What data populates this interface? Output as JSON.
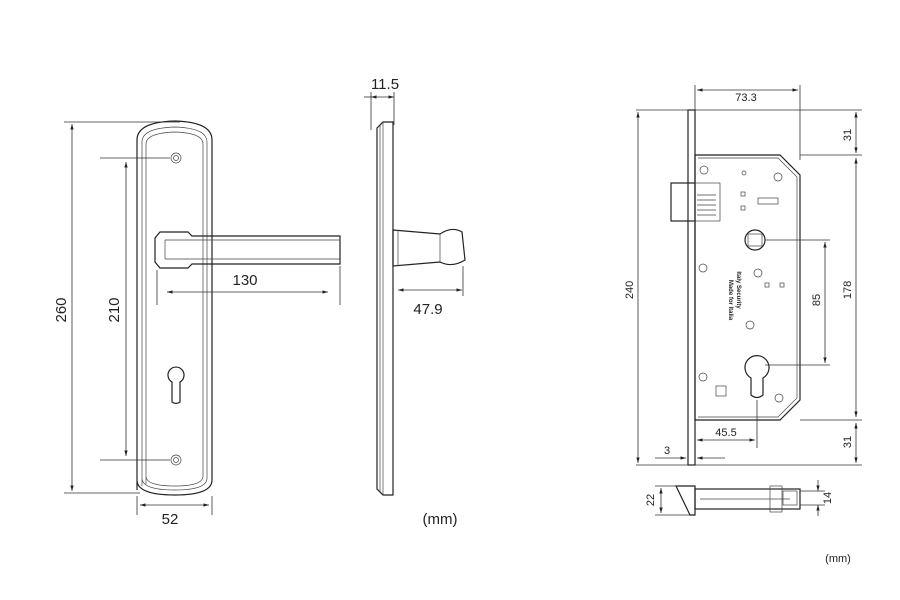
{
  "handle_front": {
    "height": "260",
    "hole_spacing": "210",
    "lever_length": "130",
    "plate_width": "52"
  },
  "handle_side": {
    "plate_thickness": "11.5",
    "lever_projection": "47.9",
    "unit": "(mm)"
  },
  "lock_body": {
    "body_width": "73.3",
    "total_height": "240",
    "top_offset": "31",
    "body_height": "178",
    "bottom_offset": "31",
    "center_distance": "85",
    "backset": "45.5",
    "faceplate_thickness": "3",
    "faceplate_width": "22",
    "latch_width": "14",
    "engraving": {
      "line1": "Made for Italia",
      "line2": "Italy Security"
    },
    "unit": "(mm)"
  }
}
